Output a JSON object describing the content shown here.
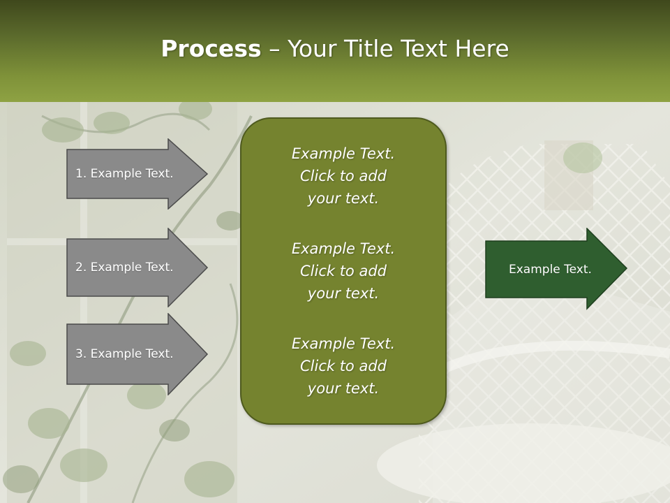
{
  "title": {
    "bold": "Process",
    "dash": " – ",
    "rest": "Your Title Text Here"
  },
  "left_arrows": [
    {
      "label": "1. Example Text."
    },
    {
      "label": "2. Example Text."
    },
    {
      "label": "3. Example Text."
    }
  ],
  "center_box": {
    "paragraphs": [
      {
        "line1": "Example Text.",
        "line2": "Click  to add",
        "line3": "your text."
      },
      {
        "line1": "Example Text.",
        "line2": "Click  to add",
        "line3": "your text."
      },
      {
        "line1": "Example Text.",
        "line2": "Click  to add",
        "line3": "your text."
      }
    ]
  },
  "right_arrow": {
    "label": "Example Text."
  },
  "colors": {
    "header_dark": "#3f481c",
    "header_light": "#8ea243",
    "gray_arrow": "#8a8a8a",
    "center_box": "#75832f",
    "right_arrow": "#2f5e2f"
  }
}
